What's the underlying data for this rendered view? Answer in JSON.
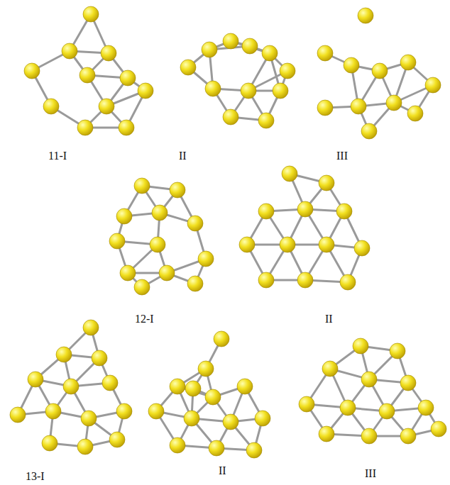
{
  "diagram": {
    "labels": [
      "11-I",
      "II",
      "III",
      "12-I",
      "II",
      "13-I",
      "II",
      "III"
    ]
  }
}
